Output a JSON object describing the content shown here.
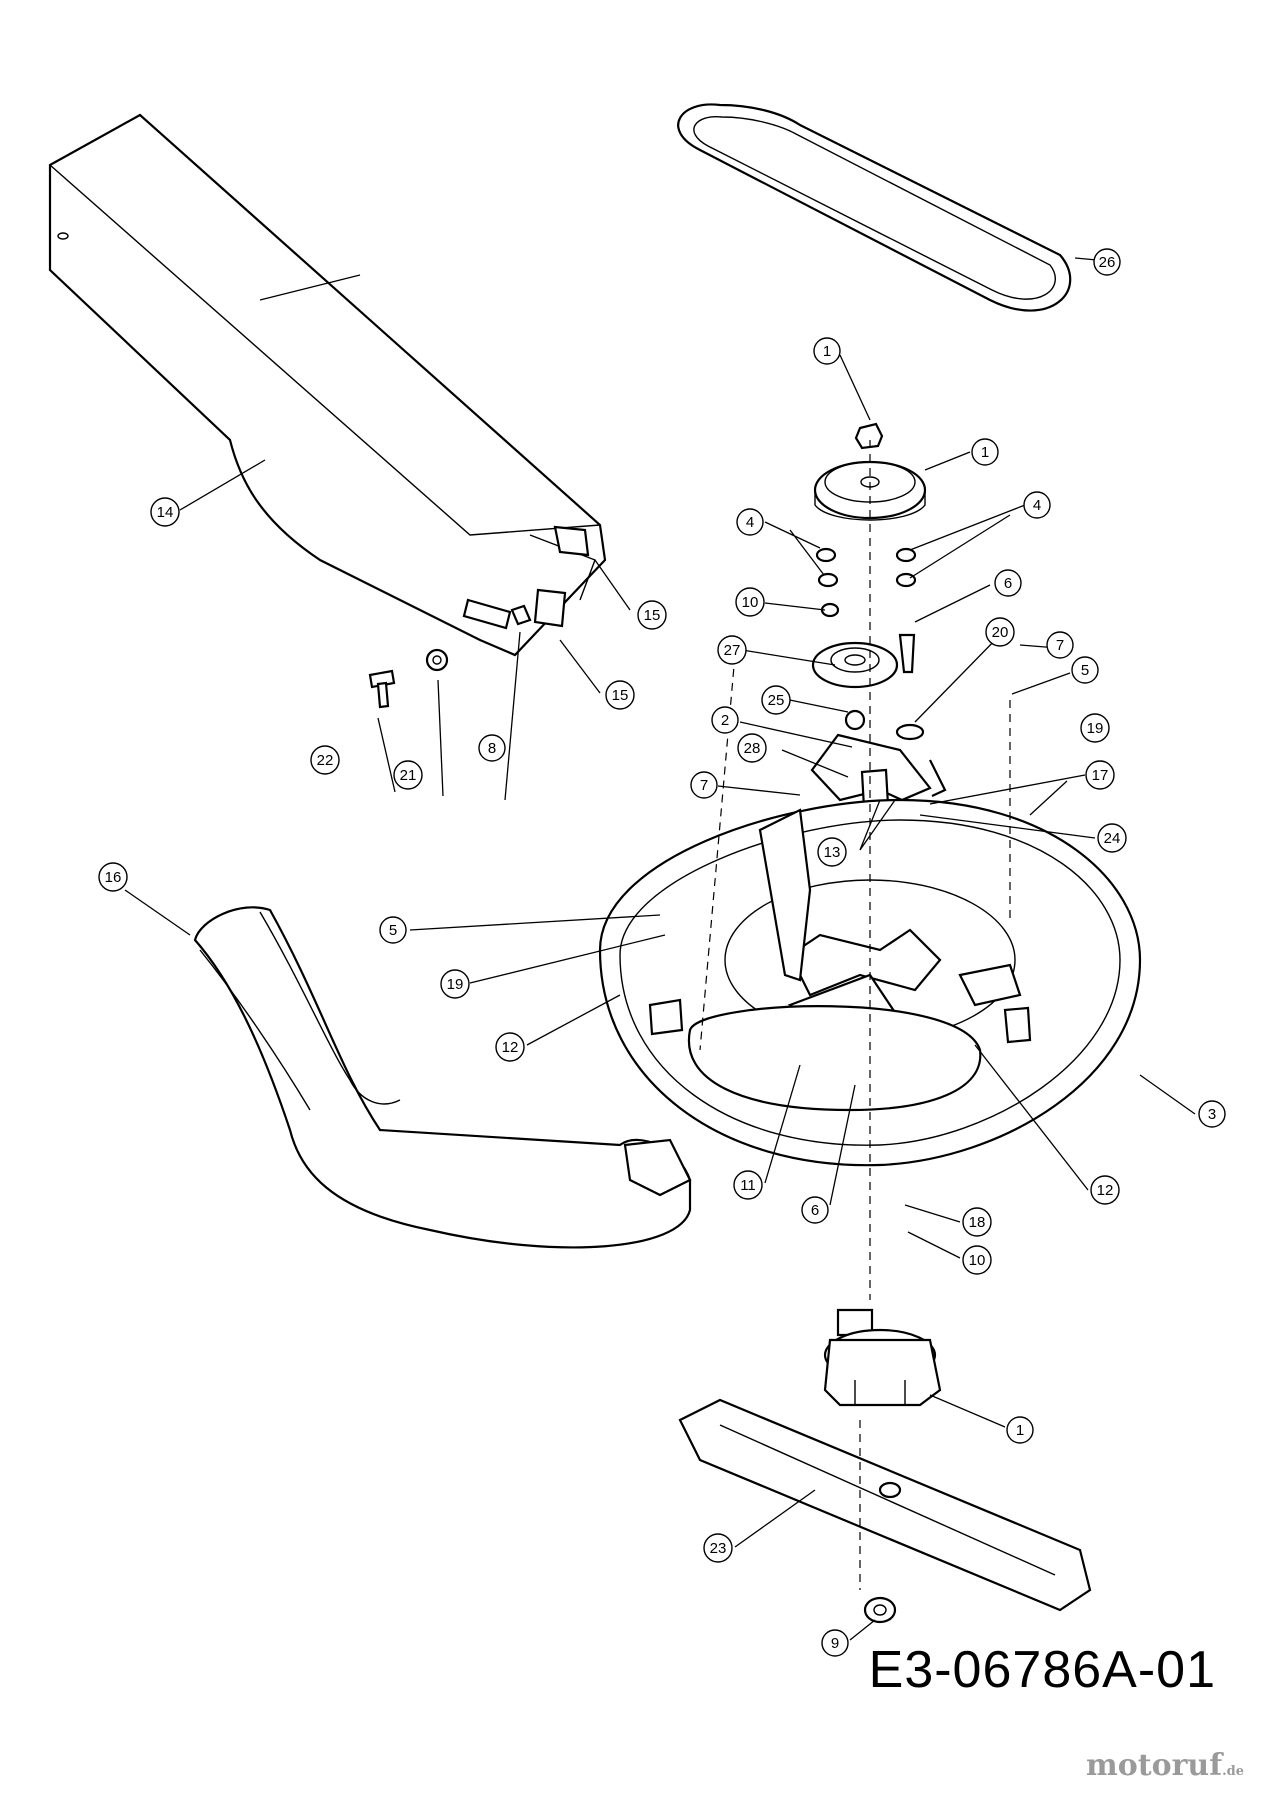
{
  "drawing_id": "E3-06786A-01",
  "watermark": {
    "brand": "motoruf",
    "tld": ".de"
  },
  "callouts": [
    {
      "label": "26"
    },
    {
      "label": "1"
    },
    {
      "label": "1"
    },
    {
      "label": "4"
    },
    {
      "label": "4"
    },
    {
      "label": "14"
    },
    {
      "label": "15"
    },
    {
      "label": "15"
    },
    {
      "label": "10"
    },
    {
      "label": "6"
    },
    {
      "label": "27"
    },
    {
      "label": "20"
    },
    {
      "label": "7"
    },
    {
      "label": "5"
    },
    {
      "label": "25"
    },
    {
      "label": "2"
    },
    {
      "label": "19"
    },
    {
      "label": "28"
    },
    {
      "label": "17"
    },
    {
      "label": "7"
    },
    {
      "label": "22"
    },
    {
      "label": "21"
    },
    {
      "label": "8"
    },
    {
      "label": "13"
    },
    {
      "label": "24"
    },
    {
      "label": "16"
    },
    {
      "label": "5"
    },
    {
      "label": "19"
    },
    {
      "label": "12"
    },
    {
      "label": "3"
    },
    {
      "label": "11"
    },
    {
      "label": "12"
    },
    {
      "label": "6"
    },
    {
      "label": "18"
    },
    {
      "label": "10"
    },
    {
      "label": "1"
    },
    {
      "label": "23"
    },
    {
      "label": "9"
    }
  ]
}
